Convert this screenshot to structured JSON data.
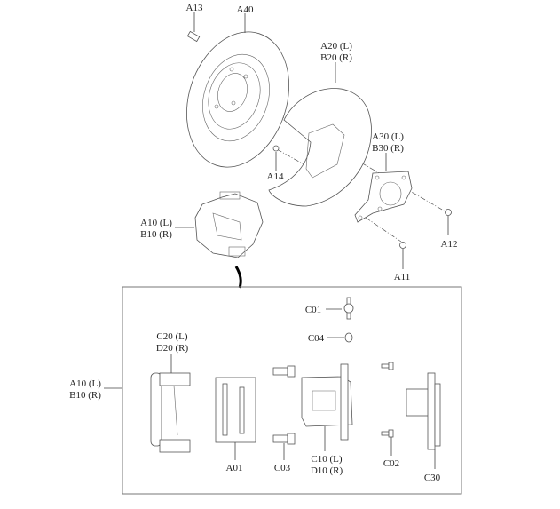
{
  "diagram": {
    "main_labels": {
      "a13": "A13",
      "a40": "A40",
      "a20": "A20 (L)",
      "b20": "B20 (R)",
      "a30": "A30 (L)",
      "b30": "B30 (R)",
      "a14": "A14",
      "a10": "A10 (L)",
      "b10": "B10 (R)",
      "a12": "A12",
      "a11": "A11"
    },
    "detail_labels": {
      "c01": "C01",
      "c04": "C04",
      "c20": "C20 (L)",
      "d20": "D20 (R)",
      "a10": "A10 (L)",
      "b10": "B10 (R)",
      "a01": "A01",
      "c03": "C03",
      "c10": "C10 (L)",
      "d10": "D10 (R)",
      "c02": "C02",
      "c30": "C30"
    }
  }
}
